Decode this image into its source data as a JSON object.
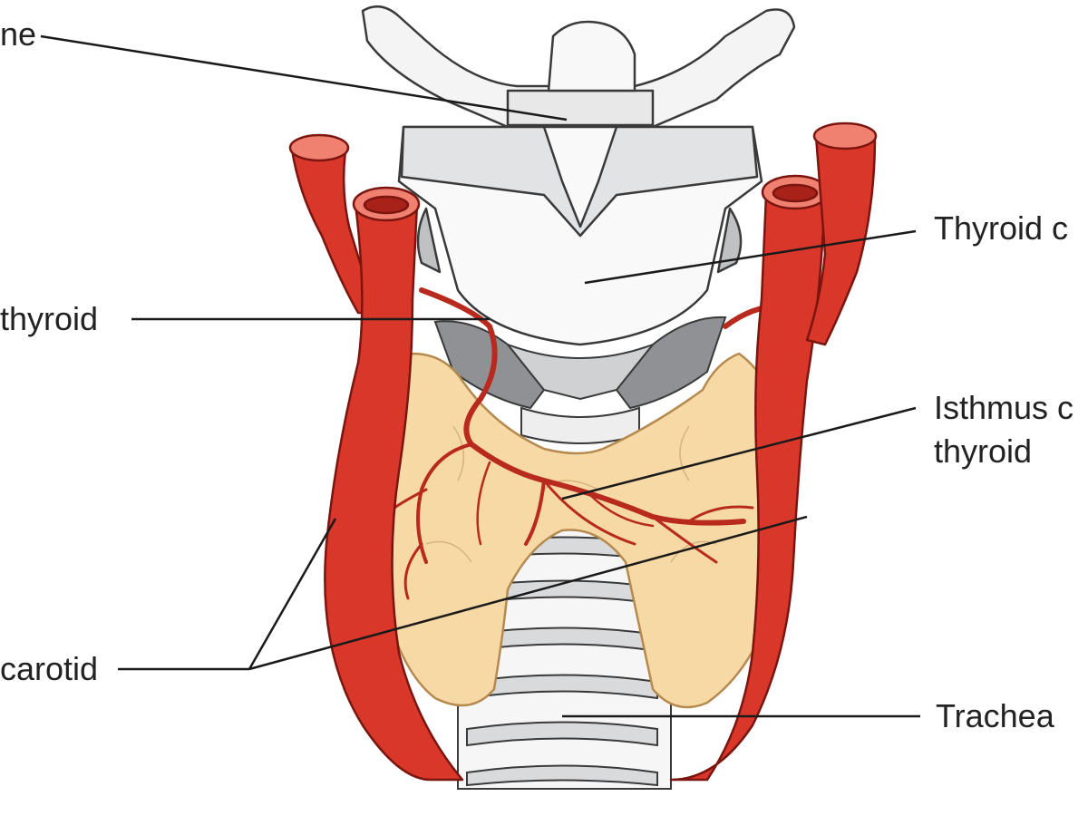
{
  "labels": {
    "hyoid": "ne",
    "thyroid_cartilage": "Thyroid c",
    "superior_thyroid": "thyroid",
    "isthmus_line1": "Isthmus c",
    "isthmus_line2": "thyroid",
    "carotid": "carotid",
    "trachea": "Trachea"
  },
  "colors": {
    "artery": "#d8372a",
    "artery_dark": "#a8221a",
    "artery_light": "#f08070",
    "gland": "#f7d9a6",
    "gland_edge": "#b68a4e",
    "vessel_branch": "#b82a1e",
    "cartilage": "#f4f4f4",
    "cartilage_shade": "#d9dadb",
    "membrane": "#8f9194",
    "outline": "#3a3a3a"
  }
}
